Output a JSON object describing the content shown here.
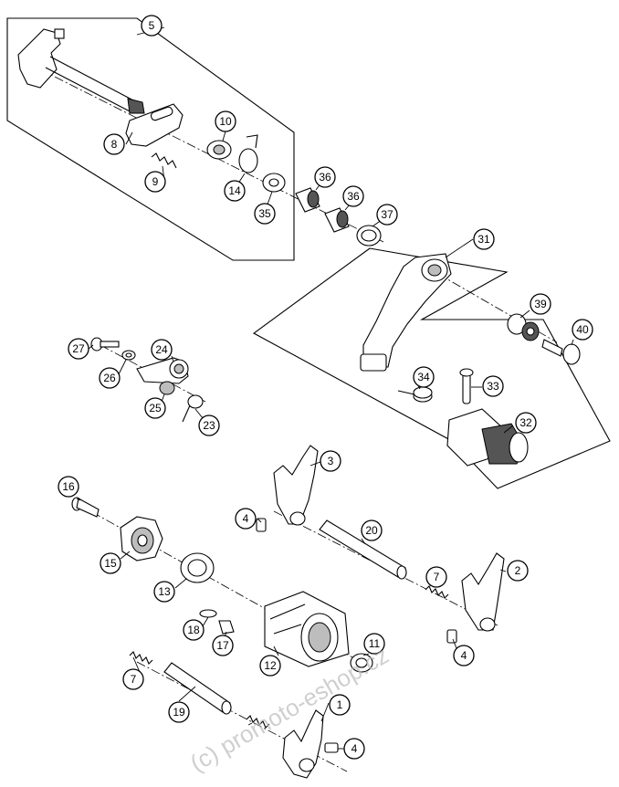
{
  "watermark": "(c) promoto-eshop.cz",
  "callouts": {
    "c1": "1",
    "c2": "2",
    "c3": "3",
    "c4a": "4",
    "c4b": "4",
    "c4c": "4",
    "c5": "5",
    "c7a": "7",
    "c7b": "7",
    "c8": "8",
    "c9": "9",
    "c10": "10",
    "c11": "11",
    "c12": "12",
    "c13": "13",
    "c14": "14",
    "c15": "15",
    "c16": "16",
    "c17": "17",
    "c18": "18",
    "c19": "19",
    "c20": "20",
    "c23": "23",
    "c24": "24",
    "c25": "25",
    "c26": "26",
    "c27": "27",
    "c31": "31",
    "c32": "32",
    "c33": "33",
    "c34": "34",
    "c35": "35",
    "c36a": "36",
    "c36b": "36",
    "c37": "37",
    "c39": "39",
    "c40": "40"
  }
}
